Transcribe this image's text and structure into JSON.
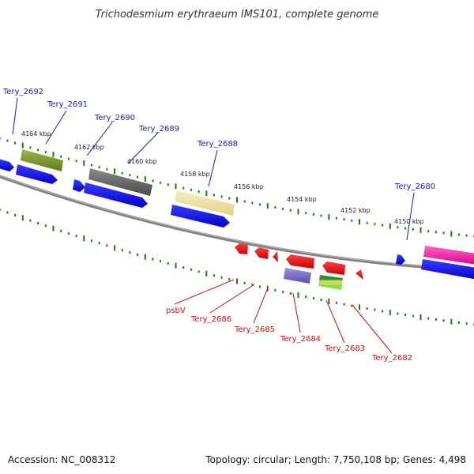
{
  "title": "Trichodesmium erythraeum IMS101, complete genome",
  "footer": {
    "accession": "Accession: NC_008312",
    "info": "Topology: circular; Length: 7,750,108 bp; Genes: 4,498"
  },
  "colors": {
    "forward_label": "#1a1ab8",
    "reverse_label": "#cc1111",
    "backbone": "#808080",
    "tick": "#1a7a1a"
  },
  "scale_labels": [
    "4164 kbp",
    "4162 kbp",
    "4160 kbp",
    "4158 kbp",
    "4156 kbp",
    "4154 kbp",
    "4152 kbp",
    "4150 kbp"
  ],
  "forward_genes": [
    "Tery_2692",
    "Tery_2691",
    "Tery_2690",
    "Tery_2689",
    "Tery_2688",
    "Tery_2680"
  ],
  "reverse_genes": [
    "psbV",
    "Tery_2686",
    "Tery_2685",
    "Tery_2684",
    "Tery_2683",
    "Tery_2682"
  ]
}
